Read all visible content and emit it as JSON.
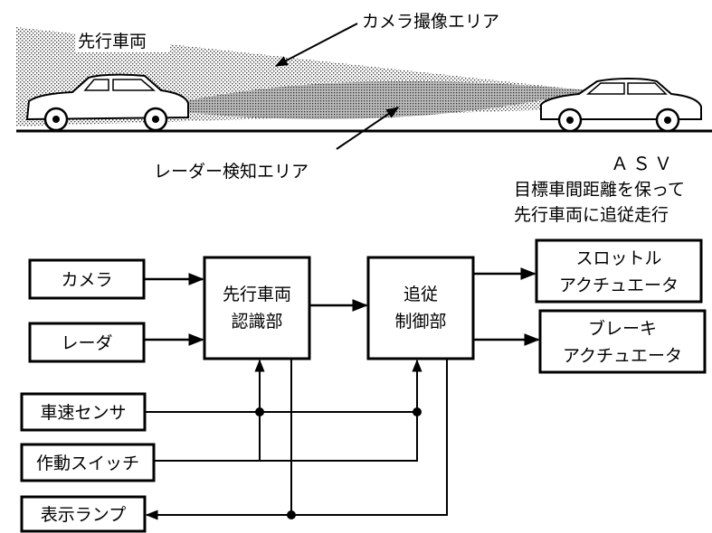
{
  "scene": {
    "camera_area": "カメラ撮像エリア",
    "leading_vehicle": "先行車両",
    "radar_area": "レーダー検知エリア",
    "asv": "ＡＳＶ",
    "asv_desc_line1": "目標車間距離を保って",
    "asv_desc_line2": "先行車両に追従走行"
  },
  "blocks": {
    "camera": "カメラ",
    "radar": "レーダ",
    "recognition_line1": "先行車両",
    "recognition_line2": "認識部",
    "tracking_line1": "追従",
    "tracking_line2": "制御部",
    "throttle_line1": "スロットル",
    "throttle_line2": "アクチュエータ",
    "brake_line1": "ブレーキ",
    "brake_line2": "アクチュエータ",
    "speed_sensor": "車速センサ",
    "switch": "作動スイッチ",
    "lamp": "表示ランプ"
  }
}
